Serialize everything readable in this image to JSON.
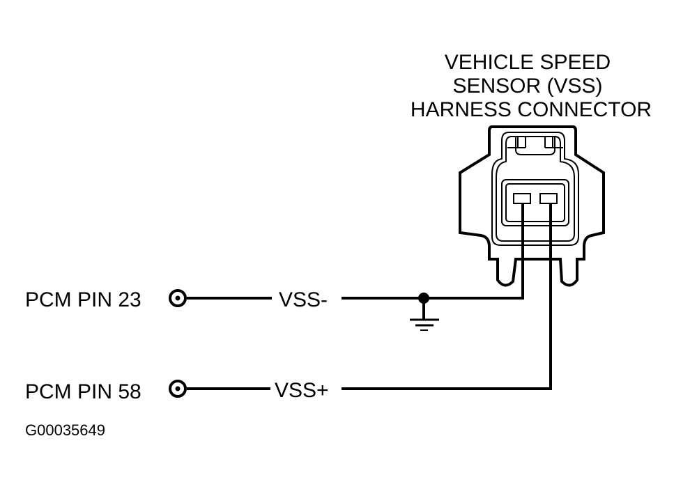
{
  "connector": {
    "title_lines": [
      "VEHICLE SPEED",
      "SENSOR (VSS)",
      "HARNESS CONNECTOR"
    ]
  },
  "circuits": [
    {
      "pin_label": "PCM PIN 23",
      "signal": "VSS-",
      "grounded": true
    },
    {
      "pin_label": "PCM PIN 58",
      "signal": "VSS+",
      "grounded": false
    }
  ],
  "figure_id": "G00035649",
  "colors": {
    "ink": "#000000",
    "background": "#ffffff"
  }
}
